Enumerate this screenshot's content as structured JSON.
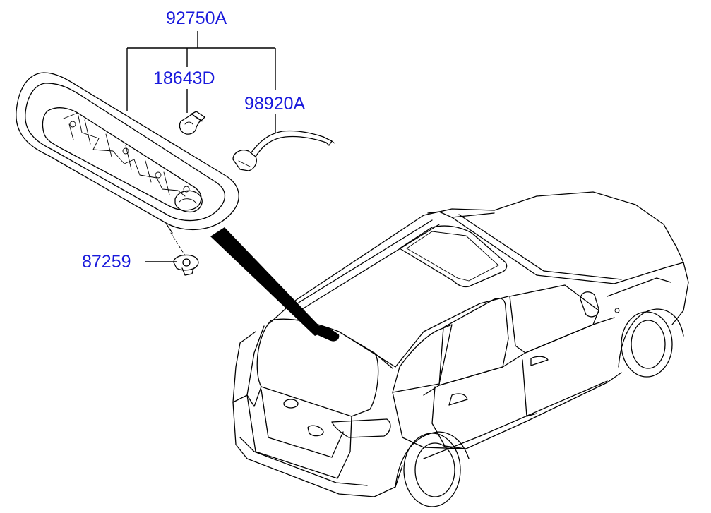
{
  "diagram": {
    "label_color": "#1a1adc",
    "line_color": "#000000",
    "parts": [
      {
        "id": "p1",
        "number": "92750A",
        "depicts": "high-mount-stop-lamp-assembly"
      },
      {
        "id": "p2",
        "number": "18643D",
        "depicts": "bulb"
      },
      {
        "id": "p3",
        "number": "98920A",
        "depicts": "wiring-harness"
      },
      {
        "id": "p4",
        "number": "87259",
        "depicts": "clip"
      }
    ]
  }
}
